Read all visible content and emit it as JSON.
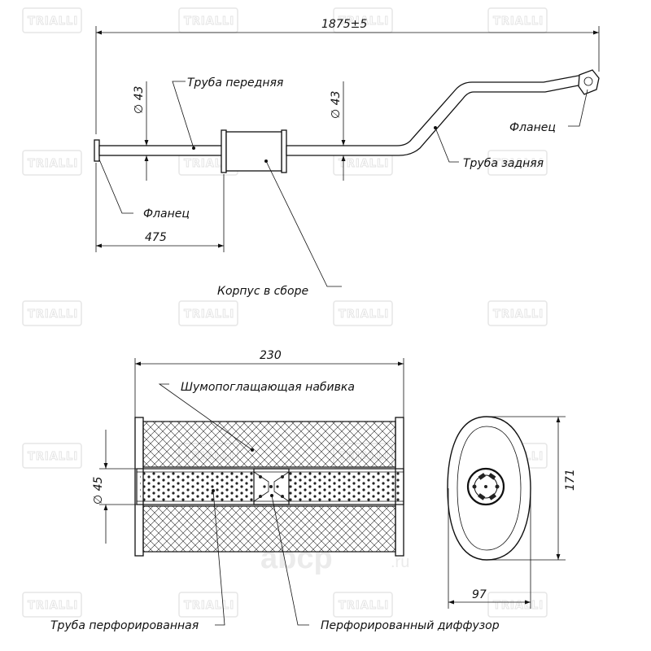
{
  "watermark": {
    "text": "TRIALLI"
  },
  "brand": {
    "name": "abcp",
    "tld": ".ru"
  },
  "assembly": {
    "length_total": "1875±5",
    "diameter_front": "∅ 43",
    "diameter_rear": "∅ 43",
    "length_front": "475",
    "label_pipe_front": "Труба передняя",
    "label_pipe_rear": "Труба задняя",
    "label_flange_front": "Фланец",
    "label_flange_rear": "Фланец",
    "label_body": "Корпус в сборе"
  },
  "muffler": {
    "length": "230",
    "pipe_diameter": "∅ 45",
    "label_packing": "Шумопоглащающая набивка",
    "label_perforated_pipe": "Труба  перфорированная",
    "label_diffuser": "Перфорированный диффузор"
  },
  "section": {
    "height": "171",
    "width": "97"
  }
}
